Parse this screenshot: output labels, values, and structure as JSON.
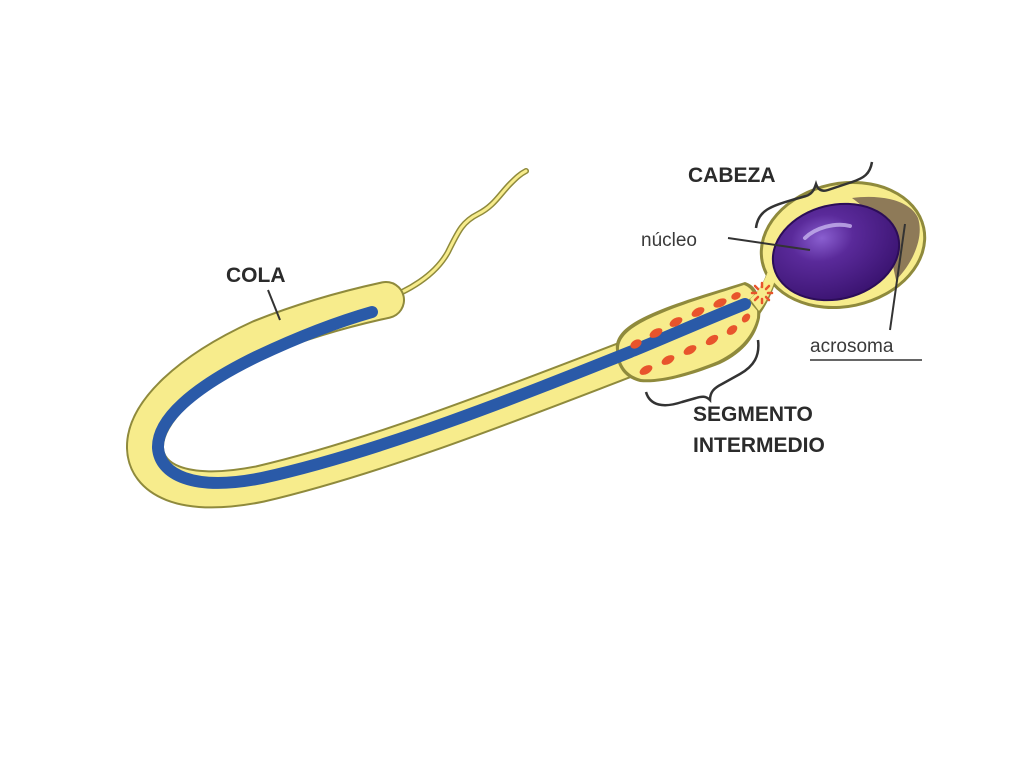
{
  "labels": {
    "tail": "COLA",
    "head": "CABEZA",
    "nucleus": "núcleo",
    "acrosome": "acrosoma",
    "midpiece_line1": "SEGMENTO",
    "midpiece_line2": "INTERMEDIO"
  },
  "colors": {
    "membrane": "#f7ec8c",
    "outline": "#8f8a3c",
    "axoneme": "#2a5aa8",
    "nucleus": "#4a1e86",
    "acrosome": "#8e7a58",
    "mitochondria": "#e8542c",
    "leader": "#333333"
  }
}
